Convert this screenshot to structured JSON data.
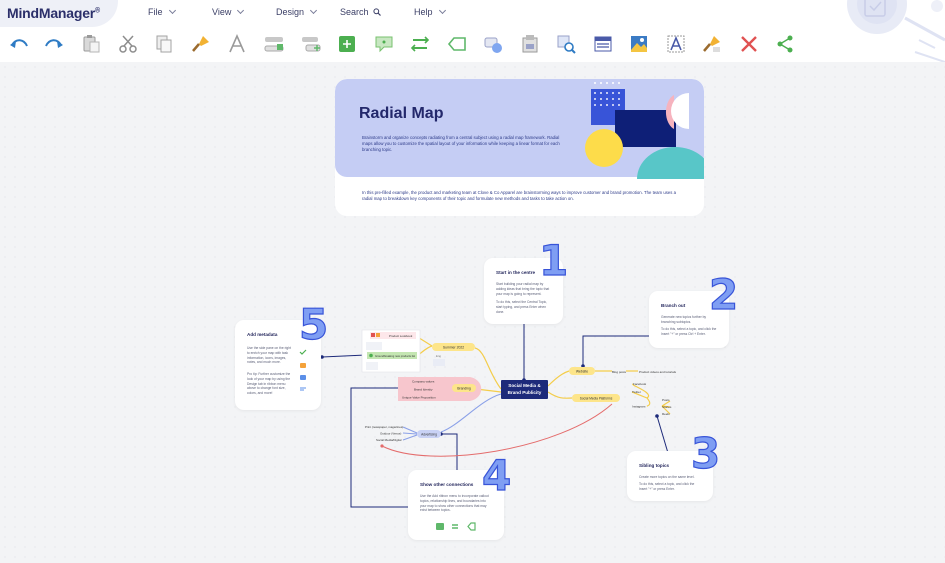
{
  "app": {
    "logo": "MindManager",
    "logo_mark": "®"
  },
  "menu": [
    {
      "label": "File"
    },
    {
      "label": "View"
    },
    {
      "label": "Design"
    },
    {
      "label": "Search"
    },
    {
      "label": "Help"
    }
  ],
  "toolbar": {
    "icons": [
      "undo-icon",
      "redo-icon",
      "paste-icon",
      "cut-icon",
      "copy-icon",
      "format-painter-icon",
      "text-style-icon",
      "subtopic-icon",
      "add-topic-icon",
      "add-floating-topic-icon",
      "callout-icon",
      "relationship-icon",
      "boundary-icon",
      "shape-icon",
      "insert-image-icon",
      "zoom-topic-icon",
      "table-icon",
      "picture-icon",
      "font-icon",
      "clear-format-icon",
      "delete-icon",
      "share-icon"
    ]
  },
  "colors": {
    "accent": "#3854d8",
    "banner": "#c5cdf4",
    "central": "#1d2a7a",
    "yellow": "#fde58a",
    "pink": "#f7b6c0",
    "lavender": "#c9d2f5",
    "green": "#c4e6b2"
  },
  "title_card": {
    "title": "Radial Map",
    "description": "Brainstorm and organize concepts radiating from a central subject using a radial map framework. Radial maps allow you to customize the spatial layout of your information while keeping a linear format for each branching topic.",
    "footer": "In this pre-filled example, the product and marketing team at Clove & Co Apparel are brainstorming ways to improve customer and brand promotion. The team uses a radial map to breakdown key components of their topic and formulate new methods and tasks to take action on."
  },
  "cards": {
    "c1": {
      "number": "1",
      "title": "Start in the centre",
      "text1": "Start building your radial map by adding ideas that bring the topic that your map is going to represent.",
      "text2": "To do this, select the Central Topic, start typing, and press Enter when done."
    },
    "c2": {
      "number": "2",
      "title": "Branch out",
      "text1": "Generate new topics further by branching subtopics.",
      "text2": "To do this, select a topic, and click the Insert \"+\" or press Ctrl + Enter."
    },
    "c3": {
      "number": "3",
      "title": "Sibling topics",
      "text1": "Create more topics on the same level.",
      "text2": "To do this, select a topic, and click the Insert \"+\" or press Enter."
    },
    "c4": {
      "number": "4",
      "title": "Show other connections",
      "text1": "Use the Add ribbon menu to incorporate callout topics, relationship lines, and boundaries into your map to show other connections that may exist between topics."
    },
    "c5": {
      "number": "5",
      "title": "Add metadata",
      "text1": "Use the side pane on the right to enrich your map with task information, icons, images, notes, and much more.",
      "text2": "Pro tip: Further customize the look of your map by using the Design tab in ribbon menu above to change font size, colors, and more!"
    }
  },
  "mindmap": {
    "central": "Social Media & Brand Publicity",
    "website": "Website",
    "blog": "Blog posts",
    "product_videos": "Product videos and tutorials",
    "social_platforms": "Social Media Platforms",
    "facebook": "Facebook",
    "twitter": "Twitter",
    "instagram": "Instagram",
    "posts": "Posts",
    "stories": "Stories",
    "reels": "Reels",
    "summer": "Summer 2022",
    "summer_meta": "Eng",
    "product_lookbook": "Product Lookbook",
    "product_lookbook_task": "Groundbreaking new products list",
    "branding": "Branding",
    "company_values": "Company values",
    "brand_identity": "Brand Identity",
    "value_prop": "Unique Value Proposition",
    "advertising": "Advertising",
    "print": "Print (newspaper, magazines)",
    "outdoor": "Outdoor (Venue)",
    "social_digital": "Social Media/Digital"
  }
}
